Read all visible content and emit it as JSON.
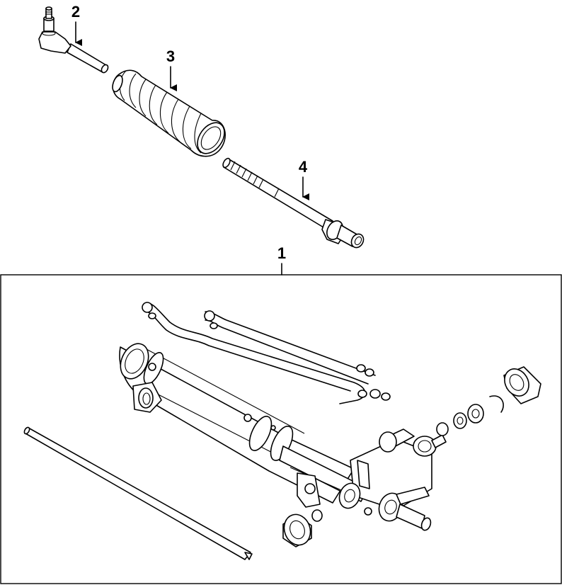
{
  "callouts": {
    "c1": "1",
    "c2": "2",
    "c3": "3",
    "c4": "4"
  },
  "parts": {
    "p1": "steering-gear-assembly",
    "p2": "outer-tie-rod-end",
    "p3": "boot",
    "p4": "inner-tie-rod"
  }
}
